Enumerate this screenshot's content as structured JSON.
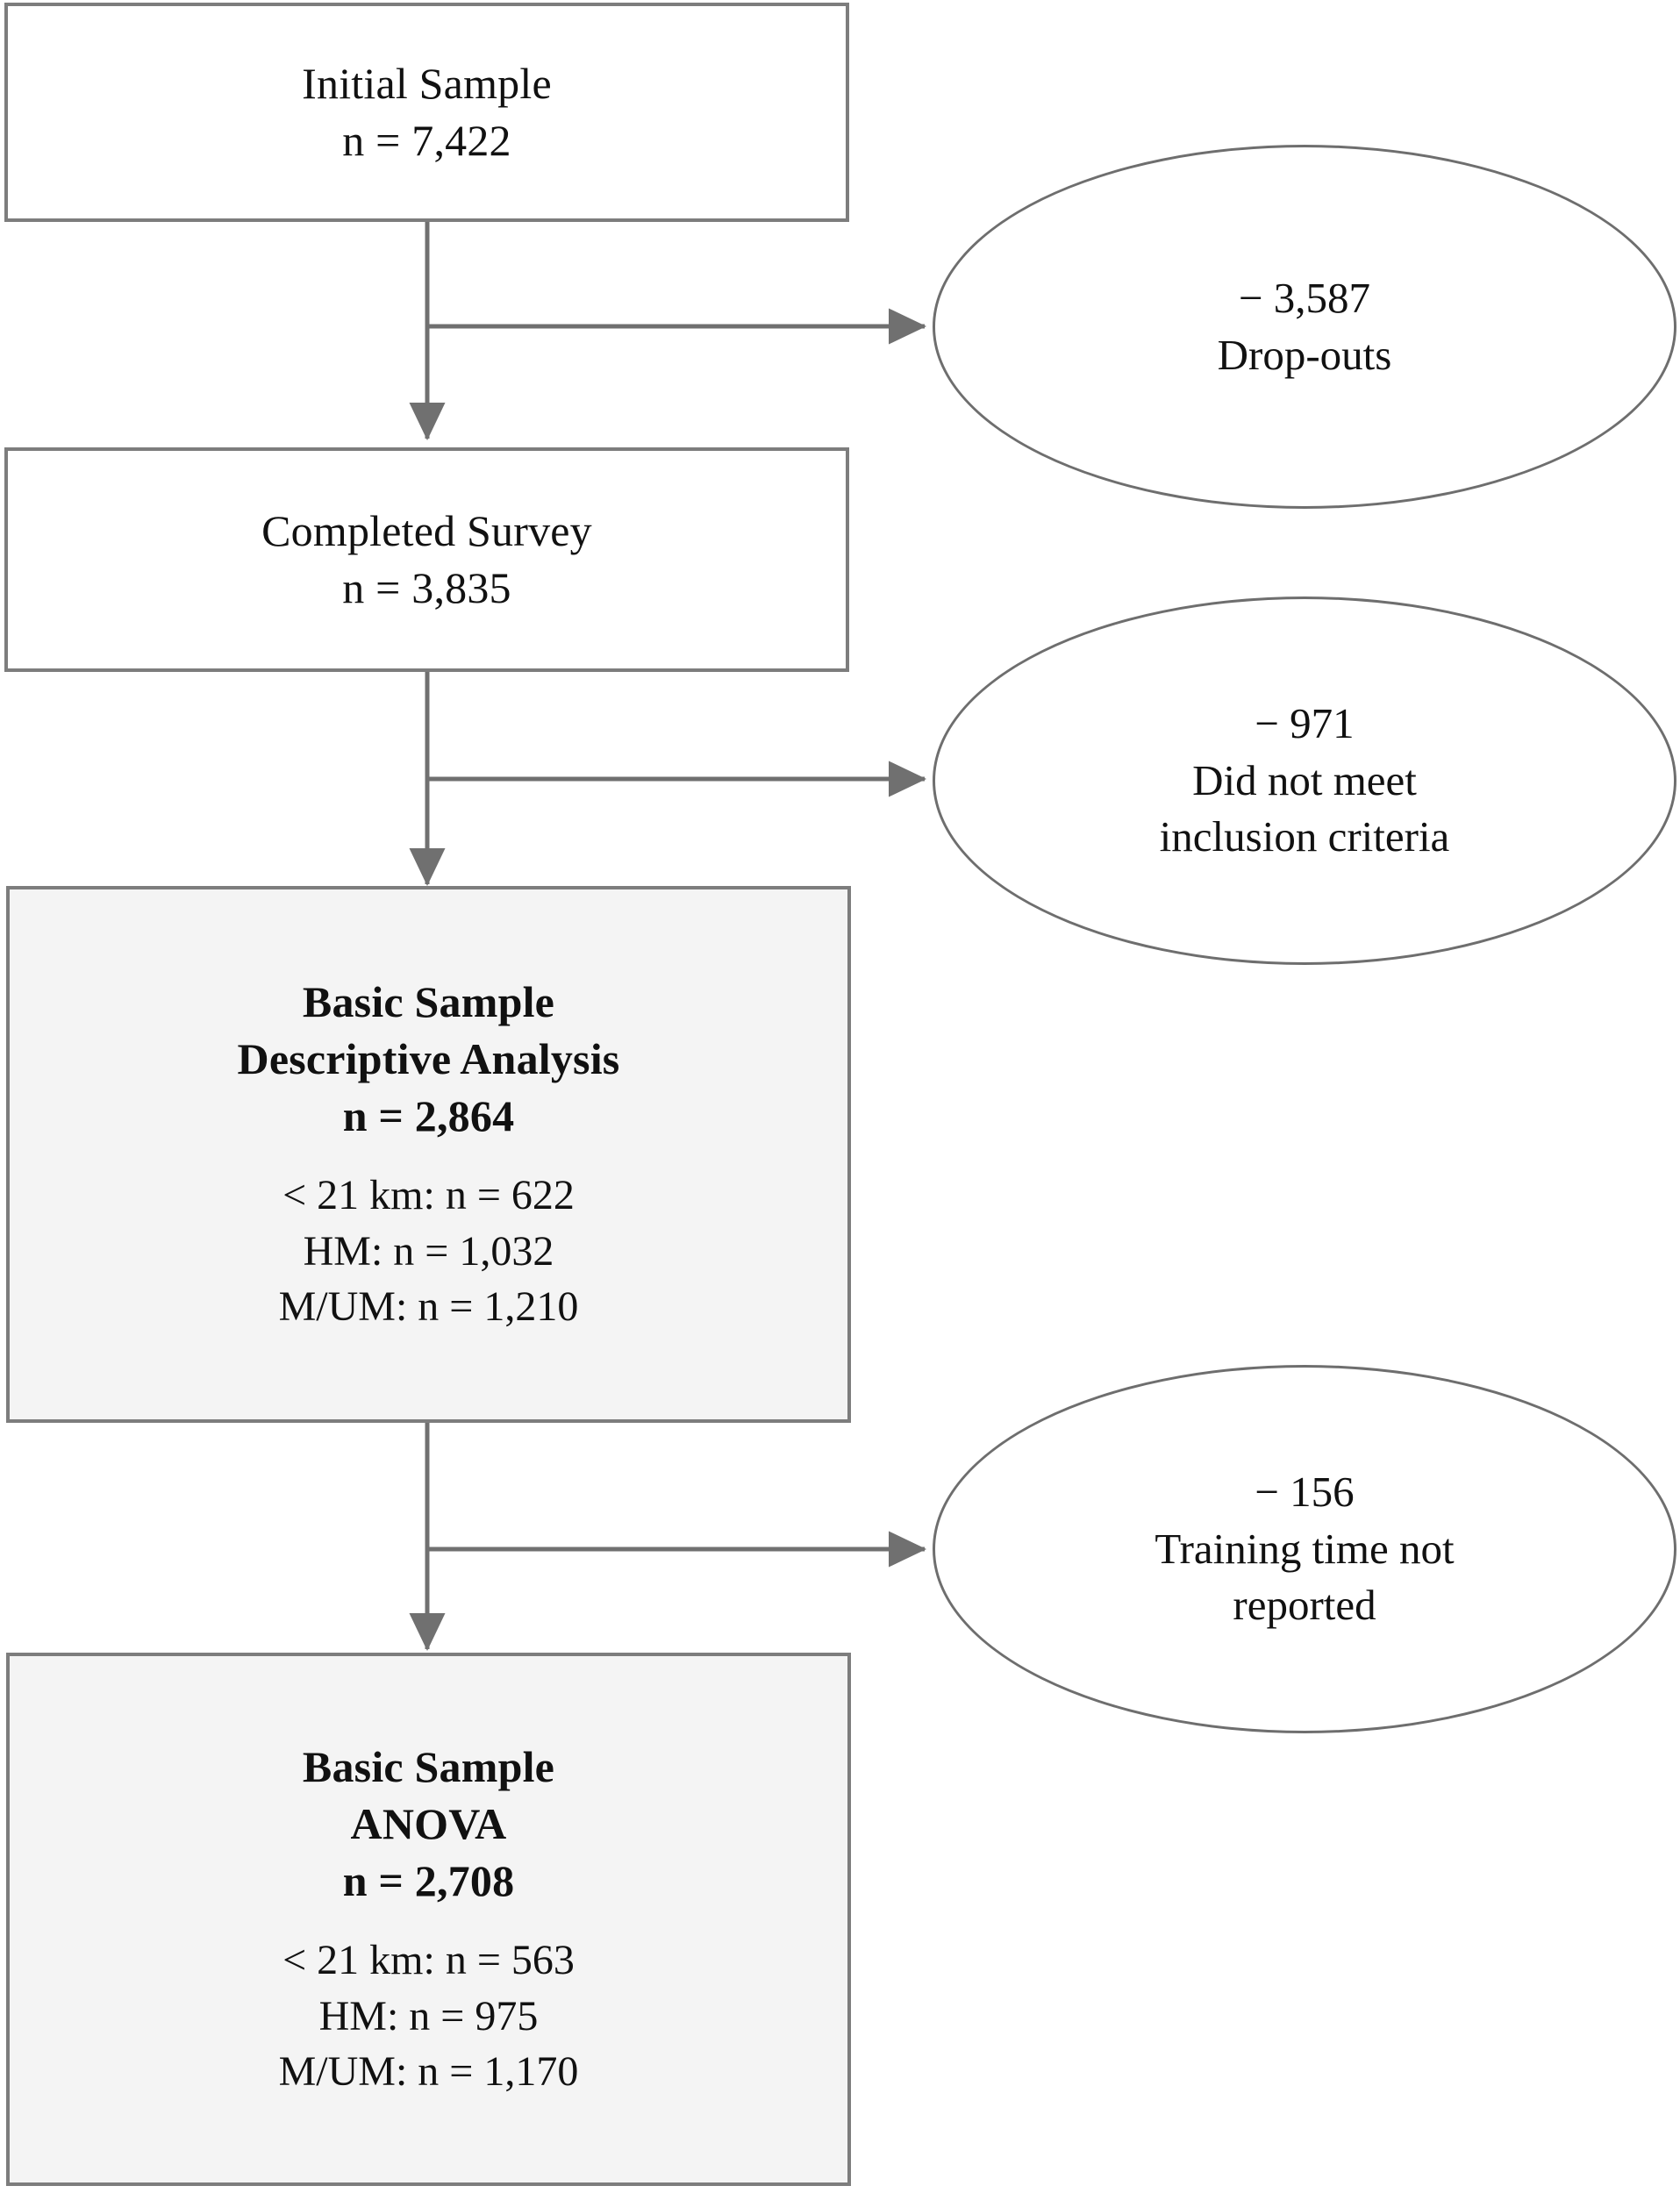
{
  "diagram": {
    "type": "flowchart",
    "title": "Participant flow / sample selection",
    "palette": {
      "box_border": "#7d7d7d",
      "box_fill": "#ffffff",
      "box_fill_shaded": "#f4f4f4",
      "ellipse_border": "#6e6e6e",
      "ellipse_fill": "#ffffff",
      "connector": "#707070",
      "text": "#111111"
    },
    "nodes": [
      {
        "id": "initial-sample",
        "shape": "rectangle",
        "shaded": false,
        "lines": [
          "Initial Sample",
          "n = 7,422"
        ],
        "details": []
      },
      {
        "id": "completed-survey",
        "shape": "rectangle",
        "shaded": false,
        "lines": [
          "Completed Survey",
          "n = 3,835"
        ],
        "details": []
      },
      {
        "id": "basic-sample-descriptive",
        "shape": "rectangle",
        "shaded": true,
        "lines": [
          "Basic Sample",
          "Descriptive Analysis",
          "n = 2,864"
        ],
        "details": [
          "< 21 km: n = 622",
          "HM: n = 1,032",
          "M/UM: n = 1,210"
        ]
      },
      {
        "id": "basic-sample-anova",
        "shape": "rectangle",
        "shaded": true,
        "lines": [
          "Basic Sample",
          "ANOVA",
          "n = 2,708"
        ],
        "details": [
          "< 21 km: n = 563",
          "HM: n = 975",
          "M/UM: n = 1,170"
        ]
      }
    ],
    "exclusions": [
      {
        "id": "drop-outs",
        "shape": "ellipse",
        "count": "− 3,587",
        "lines": [
          "− 3,587",
          "Drop-outs"
        ]
      },
      {
        "id": "not-meeting-inclusion",
        "shape": "ellipse",
        "count": "− 971",
        "lines": [
          "− 971",
          "Did not meet",
          "inclusion criteria"
        ]
      },
      {
        "id": "training-time-not-reported",
        "shape": "ellipse",
        "count": "− 156",
        "lines": [
          "− 156",
          "Training time not",
          "reported"
        ]
      }
    ]
  }
}
